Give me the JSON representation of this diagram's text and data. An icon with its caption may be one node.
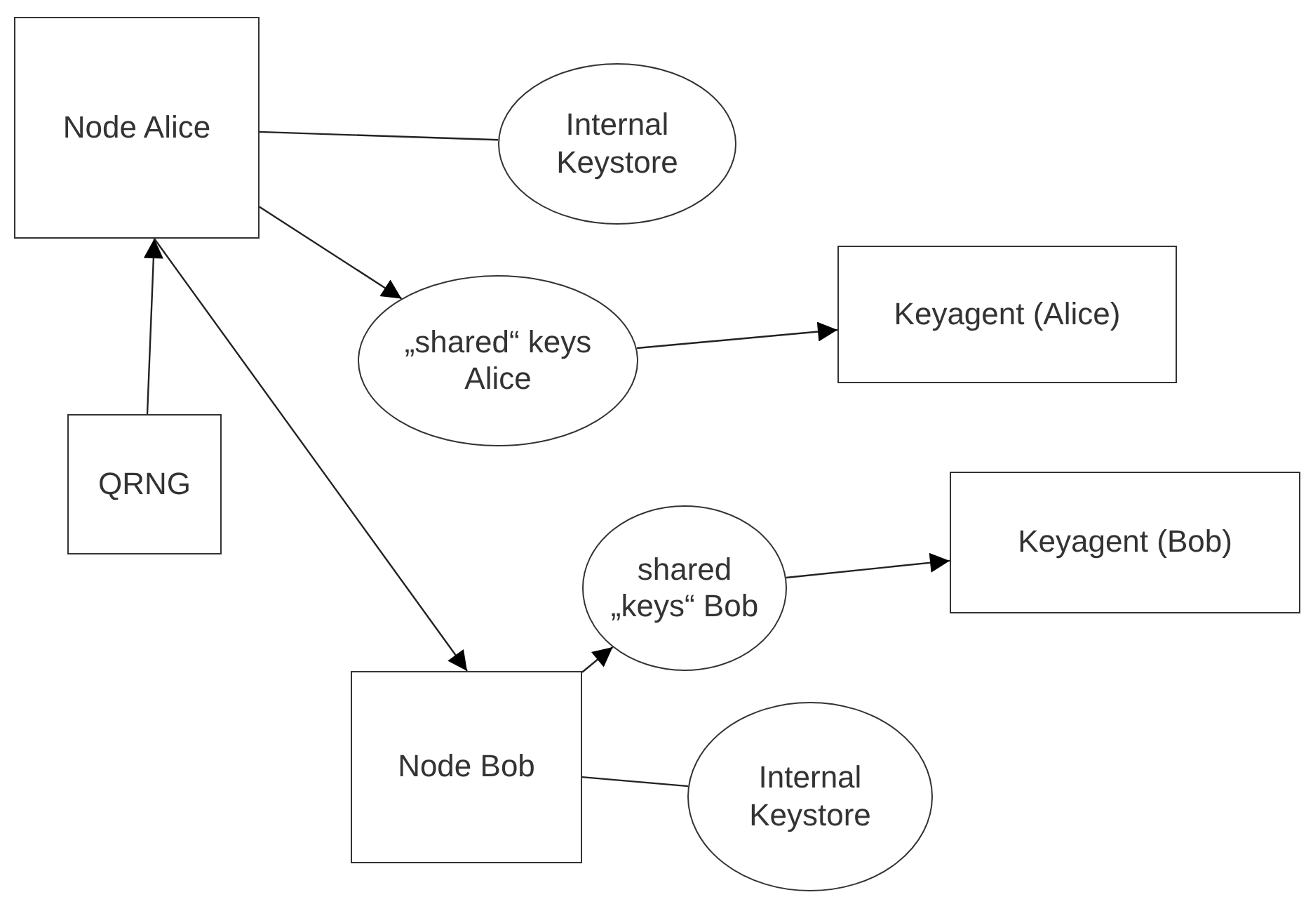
{
  "diagram": {
    "nodes": [
      {
        "text": [
          "Node Alice"
        ]
      },
      {
        "text": [
          "Internal Keystore"
        ]
      },
      {
        "text": [
          "„shared“ keys Alice"
        ]
      },
      {
        "text": [
          "Keyagent (Alice)"
        ]
      },
      {
        "text": [
          "QRNG"
        ]
      },
      {
        "text": [
          "shared „keys“ Bob"
        ]
      },
      {
        "text": [
          "Keyagent (Bob)"
        ]
      },
      {
        "text": [
          "Node Bob"
        ]
      },
      {
        "text": [
          "Internal Keystore"
        ]
      }
    ],
    "edges": [
      {
        "from": 0,
        "to": 1,
        "arrow": "none"
      },
      {
        "from": 4,
        "to": 0,
        "arrow": "to"
      },
      {
        "from": 0,
        "to": 2,
        "arrow": "to"
      },
      {
        "from": 2,
        "to": 3,
        "arrow": "to"
      },
      {
        "from": 0,
        "to": 7,
        "arrow": "to"
      },
      {
        "from": 7,
        "to": 5,
        "arrow": "to"
      },
      {
        "from": 5,
        "to": 6,
        "arrow": "to"
      },
      {
        "from": 7,
        "to": 8,
        "arrow": "none"
      }
    ]
  }
}
